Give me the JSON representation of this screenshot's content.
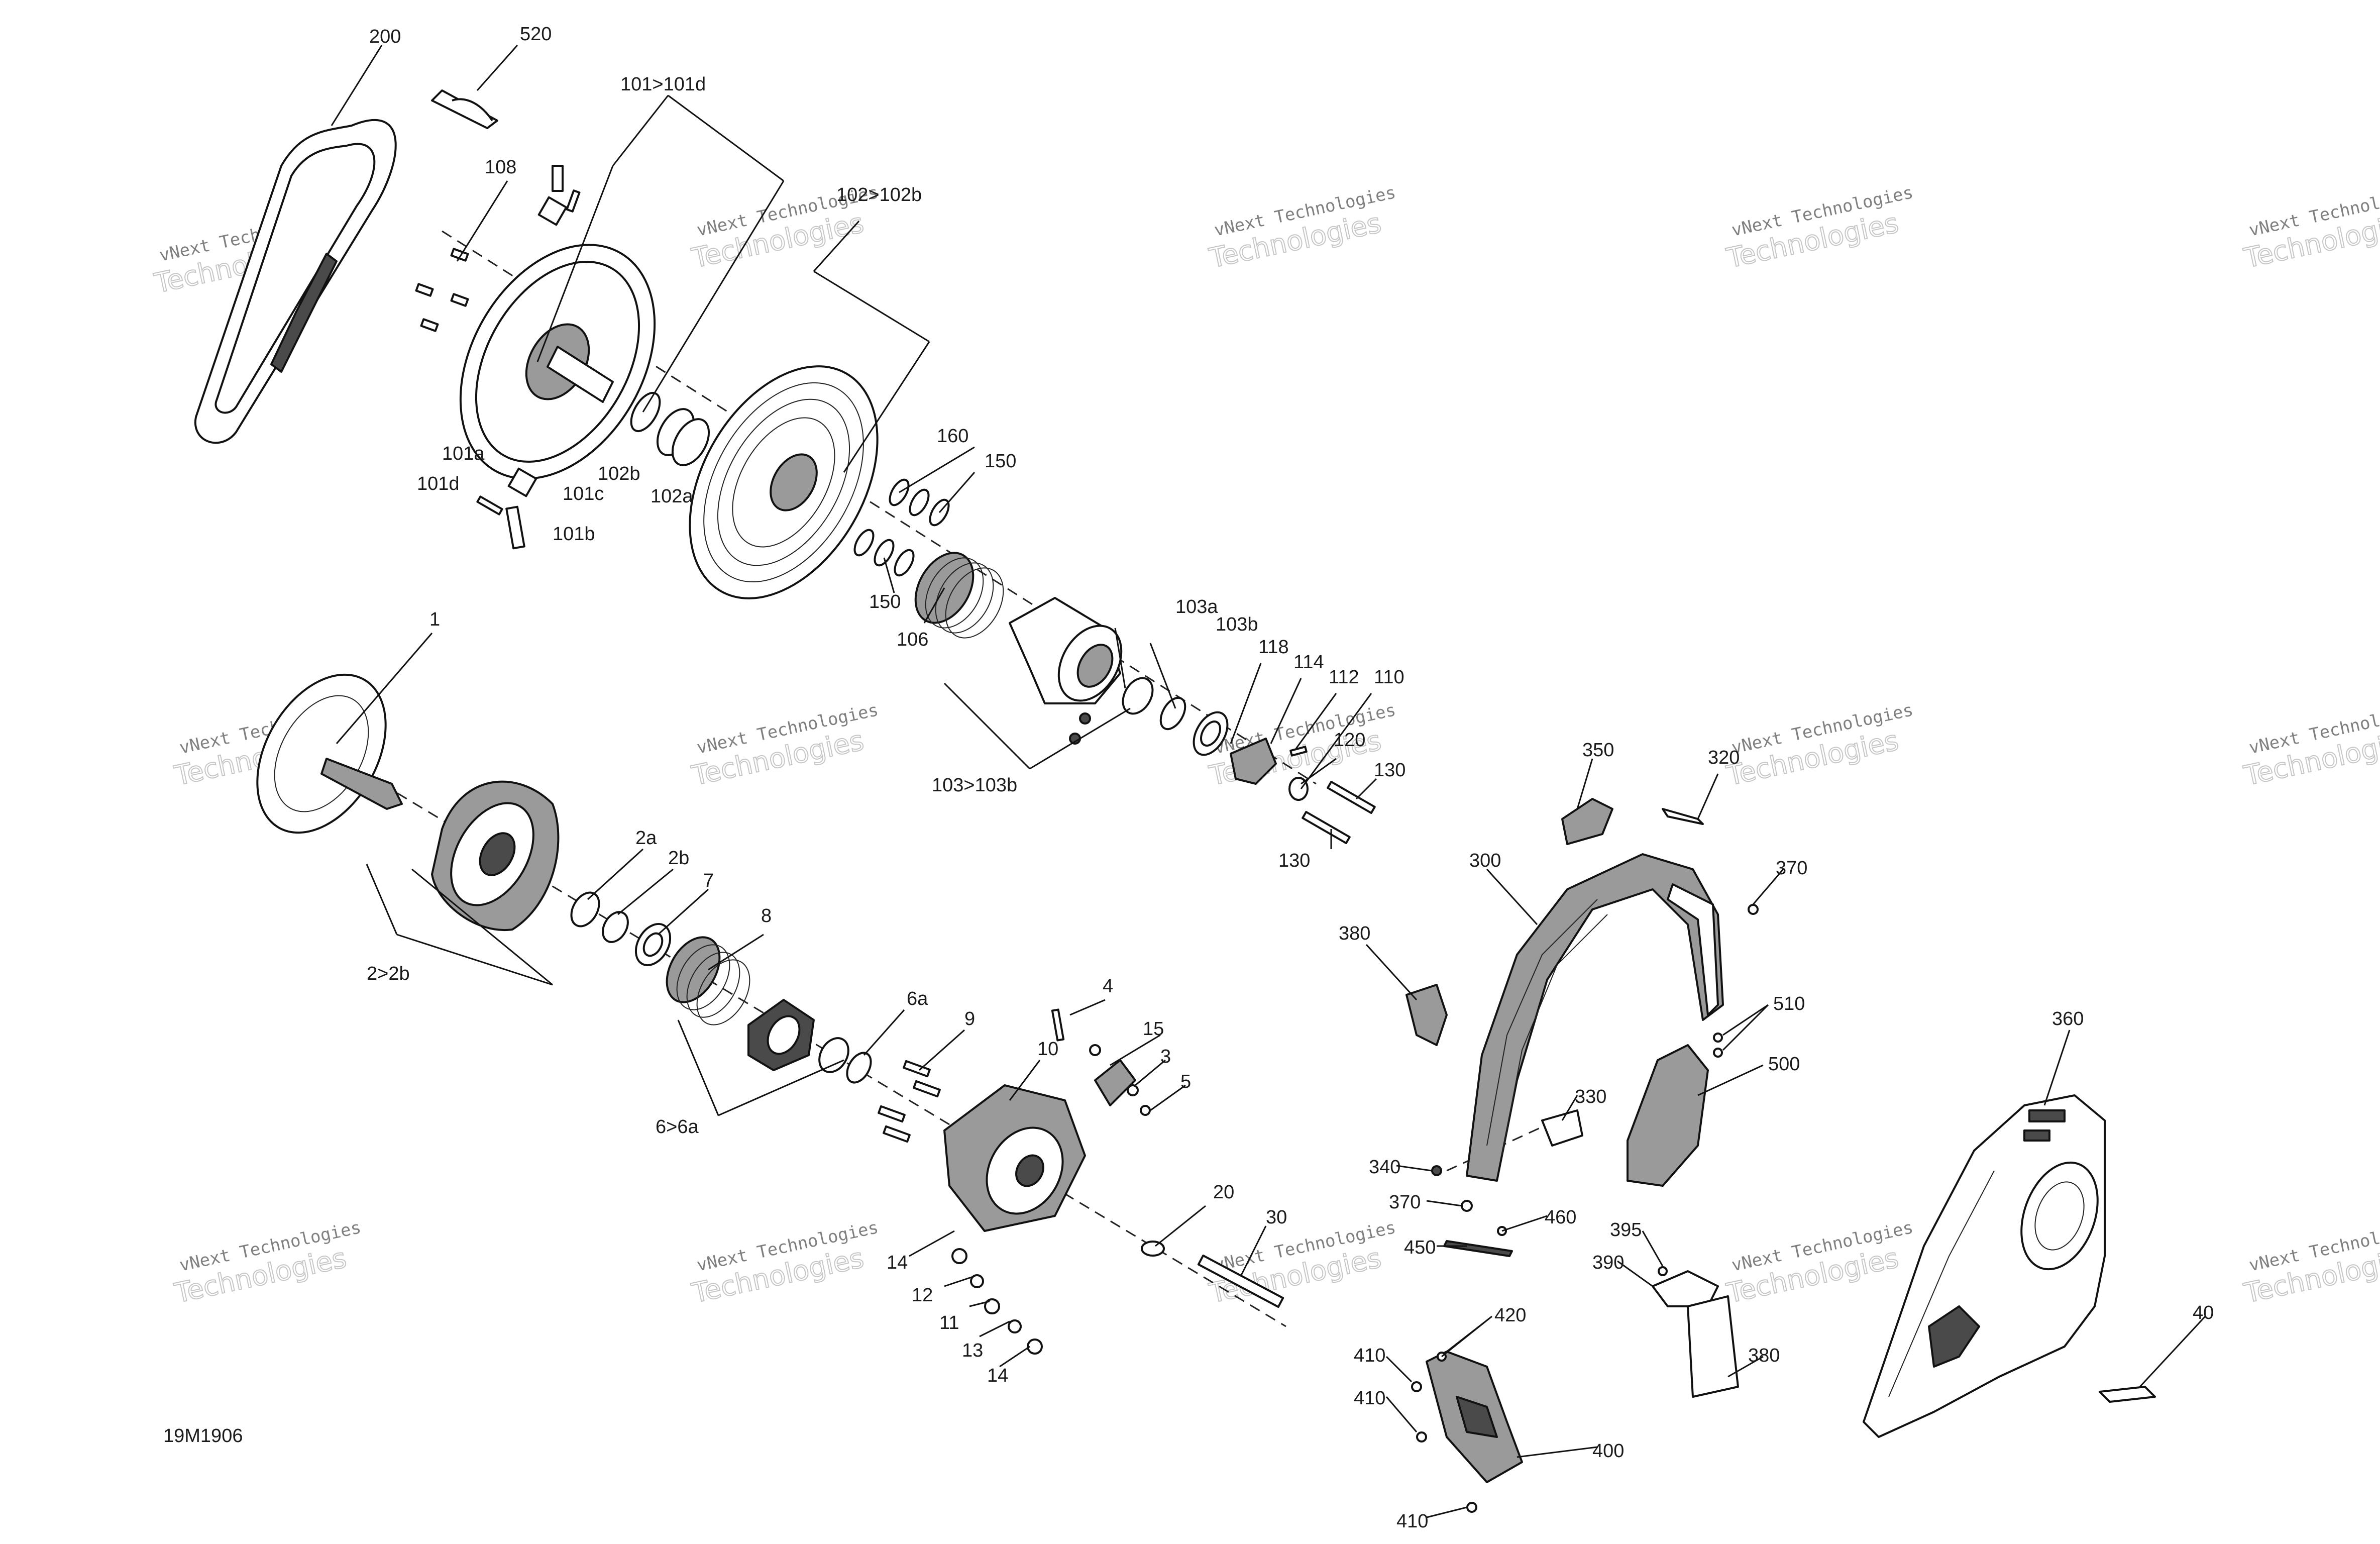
{
  "diagram": {
    "code": "19M1906",
    "watermark": {
      "line1": "vNext",
      "line2": "Technologies",
      "line3": "vNext Technologies"
    },
    "callouts": [
      "200",
      "520",
      "101>101d",
      "108",
      "102>102b",
      "160",
      "150",
      "150",
      "101a",
      "101d",
      "101c",
      "101b",
      "102b",
      "102a",
      "106",
      "103a",
      "103b",
      "118",
      "114",
      "112",
      "110",
      "120",
      "130",
      "130",
      "103>103b",
      "1",
      "2a",
      "2b",
      "7",
      "8",
      "2>2b",
      "6a",
      "6>6a",
      "9",
      "4",
      "15",
      "3",
      "5",
      "10",
      "20",
      "30",
      "14",
      "12",
      "11",
      "13",
      "14",
      "350",
      "320",
      "300",
      "370",
      "380",
      "510",
      "500",
      "330",
      "340",
      "370",
      "460",
      "450",
      "395",
      "390",
      "380",
      "420",
      "410",
      "410",
      "400",
      "410",
      "360",
      "40"
    ]
  }
}
